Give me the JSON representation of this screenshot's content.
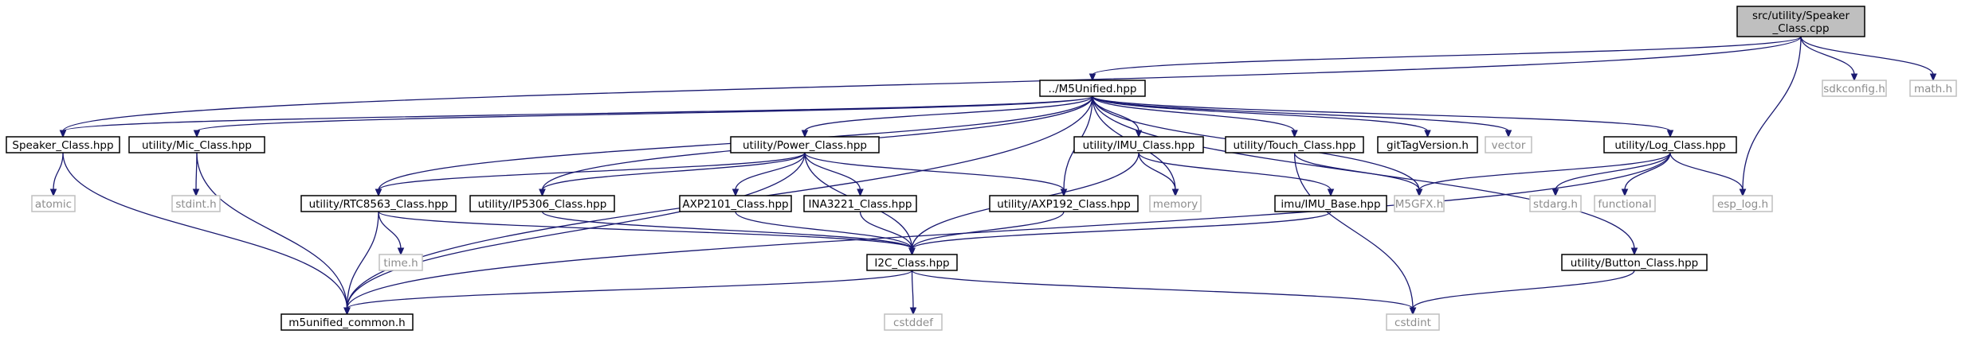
{
  "nodes": [
    {
      "id": "root",
      "lines": [
        "src/utility/Speaker",
        "_Class.cpp"
      ],
      "kind": "root",
      "interactable": false
    },
    {
      "id": "m5unified",
      "lines": [
        "../M5Unified.hpp"
      ],
      "kind": "normal",
      "interactable": true
    },
    {
      "id": "sdkconfig",
      "lines": [
        "sdkconfig.h"
      ],
      "kind": "sys",
      "interactable": false
    },
    {
      "id": "math",
      "lines": [
        "math.h"
      ],
      "kind": "sys",
      "interactable": false
    },
    {
      "id": "speaker_class",
      "lines": [
        "Speaker_Class.hpp"
      ],
      "kind": "normal",
      "interactable": true
    },
    {
      "id": "mic_class",
      "lines": [
        "utility/Mic_Class.hpp"
      ],
      "kind": "normal",
      "interactable": true
    },
    {
      "id": "power_class",
      "lines": [
        "utility/Power_Class.hpp"
      ],
      "kind": "normal",
      "interactable": true
    },
    {
      "id": "imu_class",
      "lines": [
        "utility/IMU_Class.hpp"
      ],
      "kind": "normal",
      "interactable": true
    },
    {
      "id": "touch_class",
      "lines": [
        "utility/Touch_Class.hpp"
      ],
      "kind": "normal",
      "interactable": true
    },
    {
      "id": "gittag",
      "lines": [
        "gitTagVersion.h"
      ],
      "kind": "normal",
      "interactable": true
    },
    {
      "id": "vector",
      "lines": [
        "vector"
      ],
      "kind": "sys",
      "interactable": false
    },
    {
      "id": "log_class",
      "lines": [
        "utility/Log_Class.hpp"
      ],
      "kind": "normal",
      "interactable": true
    },
    {
      "id": "atomic",
      "lines": [
        "atomic"
      ],
      "kind": "sys",
      "interactable": false
    },
    {
      "id": "stdint",
      "lines": [
        "stdint.h"
      ],
      "kind": "sys",
      "interactable": false
    },
    {
      "id": "rtc8563",
      "lines": [
        "utility/RTC8563_Class.hpp"
      ],
      "kind": "normal",
      "interactable": true
    },
    {
      "id": "ip5306",
      "lines": [
        "utility/IP5306_Class.hpp"
      ],
      "kind": "normal",
      "interactable": true
    },
    {
      "id": "axp2101",
      "lines": [
        "AXP2101_Class.hpp"
      ],
      "kind": "normal",
      "interactable": true
    },
    {
      "id": "ina3221",
      "lines": [
        "INA3221_Class.hpp"
      ],
      "kind": "normal",
      "interactable": true
    },
    {
      "id": "axp192",
      "lines": [
        "utility/AXP192_Class.hpp"
      ],
      "kind": "normal",
      "interactable": true
    },
    {
      "id": "memory",
      "lines": [
        "memory"
      ],
      "kind": "sys",
      "interactable": false
    },
    {
      "id": "imu_base",
      "lines": [
        "imu/IMU_Base.hpp"
      ],
      "kind": "normal",
      "interactable": true
    },
    {
      "id": "m5gfx",
      "lines": [
        "M5GFX.h"
      ],
      "kind": "sys",
      "interactable": false
    },
    {
      "id": "stdarg",
      "lines": [
        "stdarg.h"
      ],
      "kind": "sys",
      "interactable": false
    },
    {
      "id": "functional",
      "lines": [
        "functional"
      ],
      "kind": "sys",
      "interactable": false
    },
    {
      "id": "esp_log",
      "lines": [
        "esp_log.h"
      ],
      "kind": "sys",
      "interactable": false
    },
    {
      "id": "time",
      "lines": [
        "time.h"
      ],
      "kind": "sys",
      "interactable": false
    },
    {
      "id": "i2c_class",
      "lines": [
        "I2C_Class.hpp"
      ],
      "kind": "normal",
      "interactable": true
    },
    {
      "id": "button_class",
      "lines": [
        "utility/Button_Class.hpp"
      ],
      "kind": "normal",
      "interactable": true
    },
    {
      "id": "m5unified_common",
      "lines": [
        "m5unified_common.h"
      ],
      "kind": "normal",
      "interactable": true
    },
    {
      "id": "cstddef",
      "lines": [
        "cstddef"
      ],
      "kind": "sys",
      "interactable": false
    },
    {
      "id": "cstdint",
      "lines": [
        "cstdint"
      ],
      "kind": "sys",
      "interactable": false
    }
  ],
  "edges": [
    [
      "root",
      "m5unified"
    ],
    [
      "root",
      "sdkconfig"
    ],
    [
      "root",
      "math"
    ],
    [
      "root",
      "speaker_class"
    ],
    [
      "root",
      "esp_log"
    ],
    [
      "m5unified",
      "speaker_class"
    ],
    [
      "m5unified",
      "mic_class"
    ],
    [
      "m5unified",
      "power_class"
    ],
    [
      "m5unified",
      "imu_class"
    ],
    [
      "m5unified",
      "touch_class"
    ],
    [
      "m5unified",
      "gittag"
    ],
    [
      "m5unified",
      "vector"
    ],
    [
      "m5unified",
      "log_class"
    ],
    [
      "m5unified",
      "rtc8563"
    ],
    [
      "m5unified",
      "ip5306"
    ],
    [
      "m5unified",
      "axp192"
    ],
    [
      "m5unified",
      "memory"
    ],
    [
      "m5unified",
      "m5gfx"
    ],
    [
      "m5unified",
      "button_class"
    ],
    [
      "m5unified",
      "m5unified_common"
    ],
    [
      "speaker_class",
      "atomic"
    ],
    [
      "speaker_class",
      "m5unified_common"
    ],
    [
      "mic_class",
      "stdint"
    ],
    [
      "mic_class",
      "m5unified_common"
    ],
    [
      "power_class",
      "rtc8563"
    ],
    [
      "power_class",
      "ip5306"
    ],
    [
      "power_class",
      "axp2101"
    ],
    [
      "power_class",
      "ina3221"
    ],
    [
      "power_class",
      "axp192"
    ],
    [
      "power_class",
      "i2c_class"
    ],
    [
      "power_class",
      "m5unified_common"
    ],
    [
      "imu_class",
      "memory"
    ],
    [
      "imu_class",
      "imu_base"
    ],
    [
      "imu_class",
      "i2c_class"
    ],
    [
      "touch_class",
      "m5gfx"
    ],
    [
      "touch_class",
      "cstdint"
    ],
    [
      "log_class",
      "m5gfx"
    ],
    [
      "log_class",
      "stdarg"
    ],
    [
      "log_class",
      "functional"
    ],
    [
      "log_class",
      "esp_log"
    ],
    [
      "log_class",
      "m5unified_common"
    ],
    [
      "rtc8563",
      "time"
    ],
    [
      "rtc8563",
      "i2c_class"
    ],
    [
      "rtc8563",
      "m5unified_common"
    ],
    [
      "ip5306",
      "i2c_class"
    ],
    [
      "axp2101",
      "i2c_class"
    ],
    [
      "ina3221",
      "i2c_class"
    ],
    [
      "axp192",
      "i2c_class"
    ],
    [
      "imu_base",
      "i2c_class"
    ],
    [
      "i2c_class",
      "m5unified_common"
    ],
    [
      "i2c_class",
      "cstddef"
    ],
    [
      "i2c_class",
      "cstdint"
    ],
    [
      "button_class",
      "cstdint"
    ]
  ]
}
